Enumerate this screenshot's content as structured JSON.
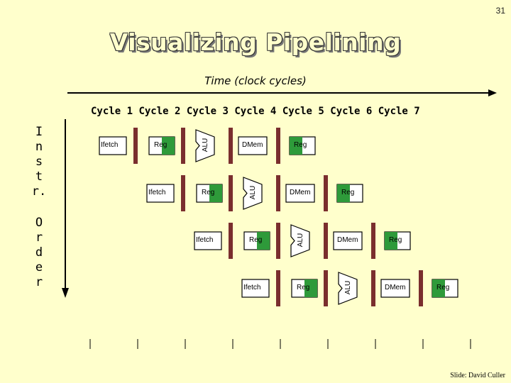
{
  "page_number": "31",
  "title": "Visualizing Pipelining",
  "time_axis_label": "Time (clock cycles)",
  "cycles": [
    "Cycle 1",
    "Cycle 2",
    "Cycle 3",
    "Cycle 4",
    "Cycle 5",
    "Cycle 6",
    "Cycle 7"
  ],
  "side_label_instr": [
    "I",
    "n",
    "s",
    "t",
    "r."
  ],
  "side_label_order": [
    "O",
    "r",
    "d",
    "e",
    "r"
  ],
  "stages": {
    "ifetch": "Ifetch",
    "reg": "Reg",
    "alu": "ALU",
    "dmem": "DMem"
  },
  "instruction_rows": 4,
  "credit": "Slide: David Culler",
  "colors": {
    "background": "#ffffcc",
    "register_bar": "#7a2e2e",
    "reg_read_fill": "#2e9a3a",
    "box_fill": "#ffffff",
    "box_border": "#000000"
  }
}
